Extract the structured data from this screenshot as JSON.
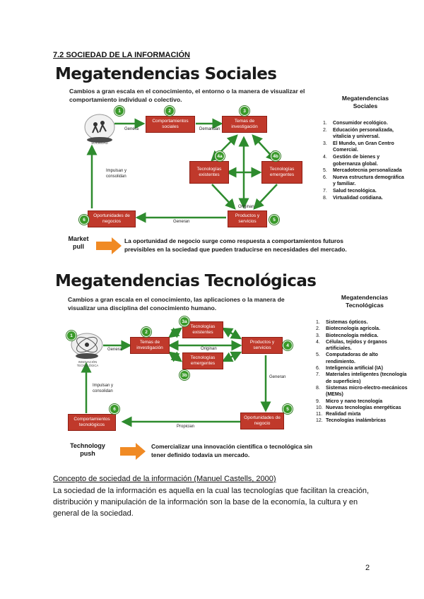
{
  "section_title": "7.2 SOCIEDAD DE LA INFORMACIÓN",
  "social": {
    "title": "Megatendencias Sociales",
    "intro_line1": "Cambios a gran escala en el conocimiento, el entorno o la manera de visualizar el",
    "intro_line2": "comportamiento individual o colectivo.",
    "hub_label": "SOCIEDAD",
    "nodes": {
      "comportamientos": "Comportamientos sociales",
      "temas": "Temas de investigación",
      "existentes": "Tecnologías existentes",
      "emergentes": "Tecnologías emergentes",
      "oportunidades": "Oportunidades de negocios",
      "productos": "Productos y servicios"
    },
    "badges": {
      "b1": "1",
      "b2": "2",
      "b3": "3",
      "b4a": "4a",
      "b4b": "4b",
      "b5": "5",
      "b6": "6"
    },
    "edges": {
      "genera": "Genera",
      "demandan": "Demandan",
      "originan": "Originan",
      "generan": "Generan",
      "impulsan_line1": "Impulsan y",
      "impulsan_line2": "consolidan"
    },
    "side_title_line1": "Megatendencias",
    "side_title_line2": "Sociales",
    "side_list": [
      {
        "n": "1.",
        "t": "Consumidor ecológico."
      },
      {
        "n": "2.",
        "t": "Educación personalizada, vitalicia y universal."
      },
      {
        "n": "3.",
        "t": "El Mundo, un Gran Centro Comercial."
      },
      {
        "n": "4.",
        "t": "Gestión de bienes y gobernanza global."
      },
      {
        "n": "5.",
        "t": "Mercadotecnia personalizada"
      },
      {
        "n": "6.",
        "t": "Nueva estructura demográfica y familiar."
      },
      {
        "n": "7.",
        "t": "Salud tecnológica."
      },
      {
        "n": "8.",
        "t": "Virtualidad cotidiana."
      }
    ],
    "pull_label_line1": "Market",
    "pull_label_line2": "pull",
    "pull_text_line1": "La oportunidad de negocio surge como respuesta a comportamientos futuros",
    "pull_text_line2": "previsibles en la sociedad que pueden traducirse en necesidades del mercado."
  },
  "tech": {
    "title": "Megatendencias Tecnológicas",
    "intro_line1": "Cambios a gran escala en el conocimiento, las aplicaciones o la manera de",
    "intro_line2": "visualizar una disciplina del conocimiento humano.",
    "hub_label": "INNOVACIÓN TECNOLÓGICA",
    "nodes": {
      "temas": "Temas de investigación",
      "existentes": "Tecnologías existentes",
      "emergentes": "Tecnologías emergentes",
      "productos": "Productos y servicios",
      "comportamientos": "Comportamientos tecnológicos",
      "oportunidades": "Oportunidades de negocio"
    },
    "badges": {
      "b1": "1",
      "b2": "2",
      "b3a": "3a",
      "b3b": "3b",
      "b4": "4",
      "b5": "5",
      "b6": "6"
    },
    "edges": {
      "genera": "Genera",
      "originan": "Originan",
      "generan": "Generan",
      "propician": "Propician",
      "impulsan_line1": "Impulsan y",
      "impulsan_line2": "consolidan"
    },
    "side_title_line1": "Megatendencias",
    "side_title_line2": "Tecnológicas",
    "side_list": [
      {
        "n": "1.",
        "t": "Sistemas ópticos."
      },
      {
        "n": "2.",
        "t": "Biotecnología agrícola."
      },
      {
        "n": "3.",
        "t": "Biotecnología médica."
      },
      {
        "n": "4.",
        "t": "Células, tejidos y órganos artificiales."
      },
      {
        "n": "5.",
        "t": "Computadoras de alto rendimiento."
      },
      {
        "n": "6.",
        "t": "Inteligencia artificial (IA)"
      },
      {
        "n": "7.",
        "t": "Materiales inteligentes (tecnología de superficies)"
      },
      {
        "n": "8.",
        "t": "Sistemas micro-electro-mecánicos (MEMs)"
      },
      {
        "n": "9.",
        "t": "Micro y nano tecnología"
      },
      {
        "n": "10.",
        "t": "Nuevas tecnologías energéticas"
      },
      {
        "n": "11.",
        "t": "Realidad mixta"
      },
      {
        "n": "12.",
        "t": "Tecnologías inalámbricas"
      }
    ],
    "push_label_line1": "Technology",
    "push_label_line2": "push",
    "push_text_line1": "Comercializar una innovación científica o tecnológica sin",
    "push_text_line2": "tener definido todavía un mercado."
  },
  "concept_title": "Concepto de sociedad de la información (Manuel Castells, 2000)",
  "concept_body": "La sociedad de la información es aquella en la cual las tecnologías que facilitan la creación, distribución y manipulación de la información son la base de la economía, la cultura y en general de la sociedad.",
  "page_number": "2",
  "colors": {
    "node": "#c0392b",
    "arrow": "#2e8b2e",
    "badge": "#3a9a2a",
    "orange": "#f08a24"
  }
}
